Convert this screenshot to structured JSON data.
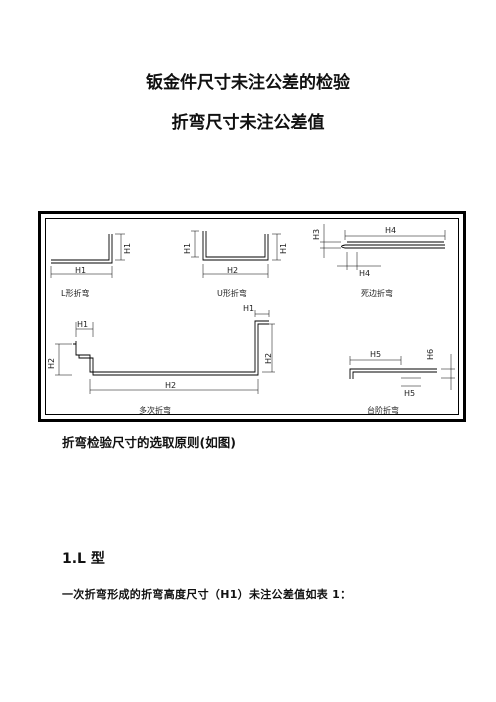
{
  "title_main": "钣金件尺寸未注公差的检验",
  "title_sub": "折弯尺寸未注公差值",
  "figure": {
    "captions": {
      "l_bend": "L形折弯",
      "u_bend": "U形折弯",
      "dead_bend": "死边折弯",
      "multi_bend": "多次折弯",
      "offset_bend": "台阶折弯"
    },
    "dims": {
      "h1": "H1",
      "h2": "H2",
      "h3": "H3",
      "h4": "H4",
      "h5": "H5",
      "h6": "H6"
    }
  },
  "figure_caption": "折弯检验尺寸的选取原则(如图)",
  "section_1_heading": "1.L 型",
  "section_1_text": "一次折弯形成的折弯高度尺寸（H1）未注公差值如表 1："
}
